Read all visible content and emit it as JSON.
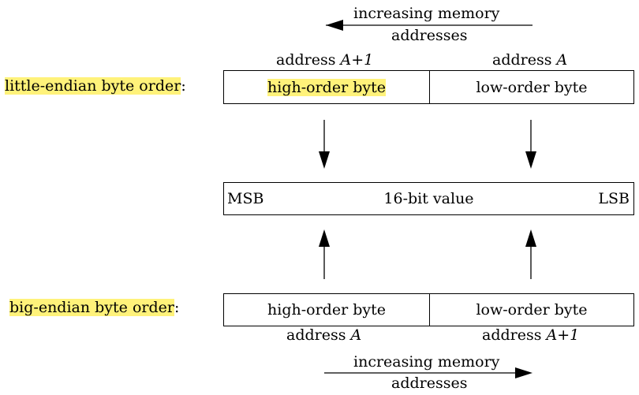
{
  "top_arrow": {
    "line1": "increasing memory",
    "line2": "addresses",
    "direction": "left"
  },
  "bottom_arrow": {
    "line1": "increasing memory",
    "line2": "addresses",
    "direction": "right"
  },
  "little_endian": {
    "label": "little-endian byte order",
    "label_suffix": ":",
    "left_address_prefix": "address ",
    "left_address_var": "A+1",
    "right_address_prefix": "address ",
    "right_address_var": "A",
    "left_cell": "high-order byte",
    "right_cell": "low-order byte"
  },
  "value_box": {
    "left": "MSB",
    "center": "16-bit value",
    "right": "LSB"
  },
  "big_endian": {
    "label": "big-endian byte order",
    "label_suffix": ":",
    "left_cell": "high-order byte",
    "right_cell": "low-order byte",
    "left_address_prefix": "address ",
    "left_address_var": "A",
    "right_address_prefix": "address ",
    "right_address_var": "A+1"
  },
  "highlight_color": "#fff27a"
}
